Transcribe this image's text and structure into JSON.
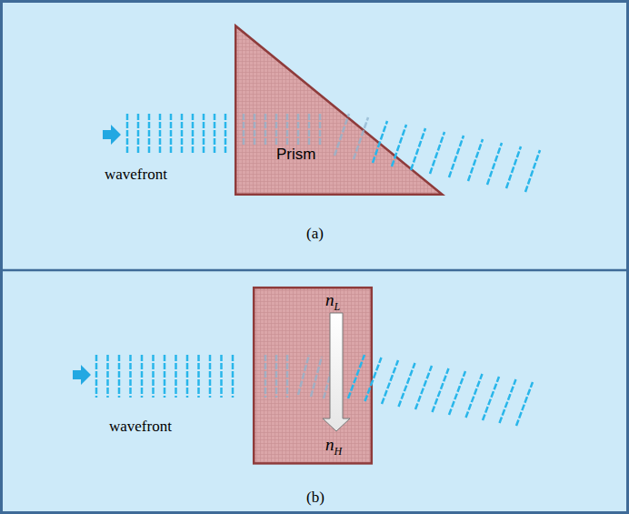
{
  "diagram": {
    "nodes": [
      {
        "text": [
          "Prism"
        ]
      },
      {
        "text": [
          "nL",
          "nH"
        ]
      }
    ],
    "labels": [
      "wavefront",
      "(a)",
      "wavefront",
      "(b)"
    ]
  }
}
